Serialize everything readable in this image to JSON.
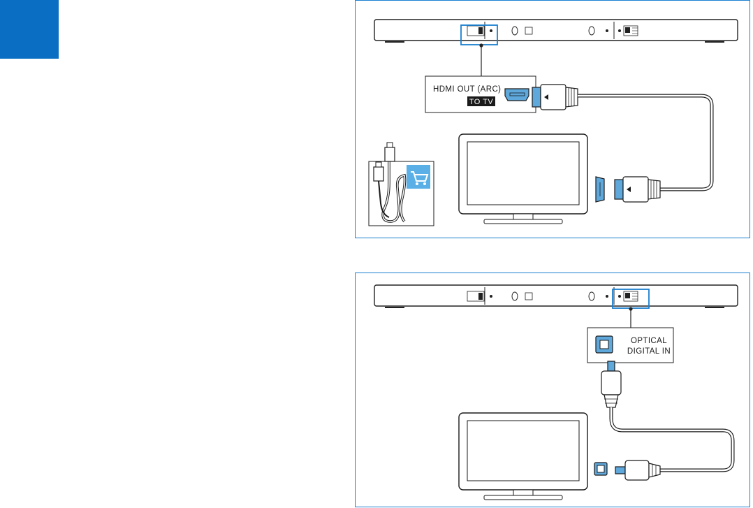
{
  "page": {
    "tab_color": "#0a6fc2",
    "accent_color": "#1b7fd0"
  },
  "hdmi_panel": {
    "port_label": "HDMI OUT (ARC)",
    "port_tag": "TO TV",
    "icons": [
      "soundbar-icon",
      "hdmi-port-icon",
      "hdmi-plug-icon",
      "tv-icon",
      "hdmi-cable-icon",
      "shopping-cart-icon"
    ]
  },
  "optical_panel": {
    "port_label_line1": "OPTICAL",
    "port_label_line2": "DIGITAL IN",
    "icons": [
      "soundbar-icon",
      "optical-port-icon",
      "optical-plug-icon",
      "tv-icon"
    ]
  }
}
